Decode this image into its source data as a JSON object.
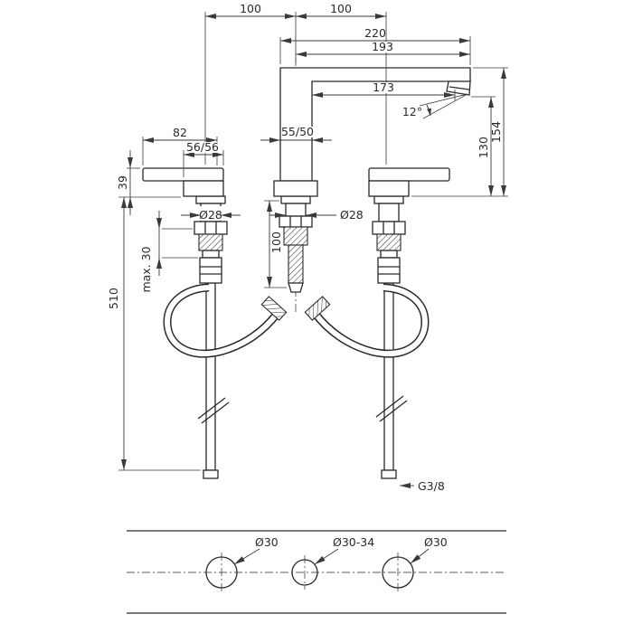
{
  "page": {
    "background": "#ffffff",
    "line_color": "#2a2a2a"
  },
  "dimensions": {
    "spacing_left": "100",
    "spacing_right": "100",
    "spout_overall": "220",
    "spout_193": "193",
    "spout_reach": "173",
    "spout_angle": "12°",
    "height_to_aerator": "130",
    "height_overall": "154",
    "handle_length": "82",
    "handle_body": "56/56",
    "spout_body": "55/50",
    "handle_height": "39",
    "shank_dia_left": "Ø28",
    "shank_dia_center": "Ø28",
    "shank_length": "100",
    "max_deck": "max. 30",
    "hose_length": "510",
    "thread": "G3/8"
  },
  "mounting_holes": {
    "left": "Ø30",
    "center": "Ø30-34",
    "right": "Ø30"
  }
}
